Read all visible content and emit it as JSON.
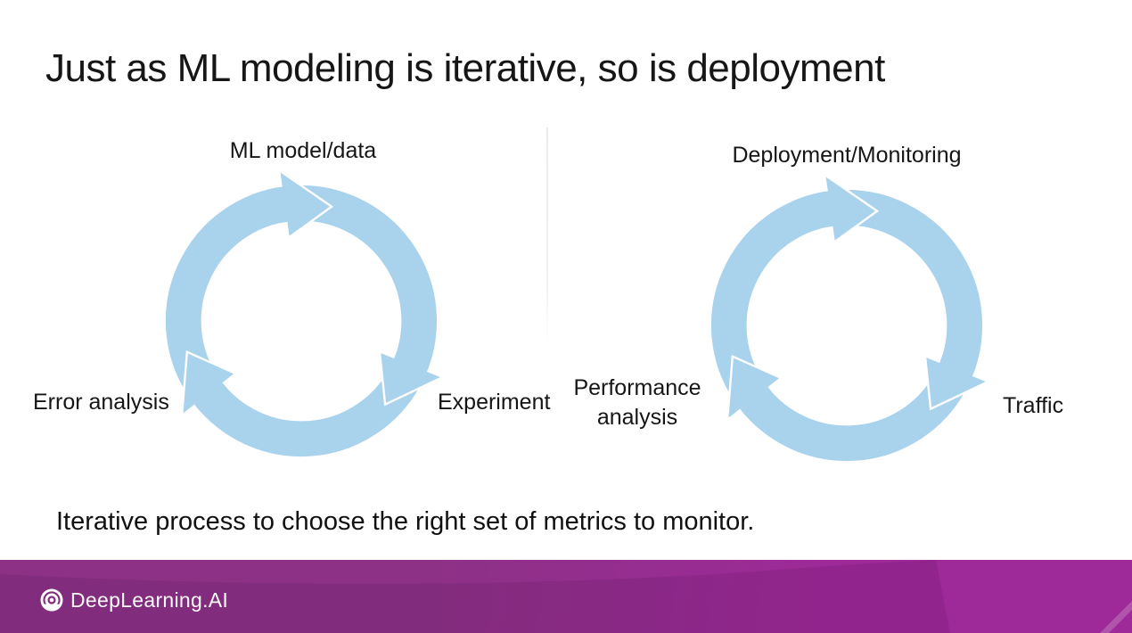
{
  "slide": {
    "title": "Just as ML modeling is iterative, so is deployment",
    "caption": "Iterative process to choose the right set of metrics to monitor.",
    "cycles": [
      {
        "name": "ml-development-cycle",
        "top_label": "ML model/data",
        "left_label": "Error analysis",
        "right_label": "Experiment"
      },
      {
        "name": "deployment-cycle",
        "top_label": "Deployment/Monitoring",
        "left_label": "Performance analysis",
        "right_label": "Traffic"
      }
    ],
    "colors": {
      "arrow_blue": "#a9d3ed",
      "footer_base": "#8d3186",
      "footer_bright": "#9d2a98",
      "text": "#161616"
    }
  },
  "footer": {
    "brand": "DeepLearning.AI"
  }
}
